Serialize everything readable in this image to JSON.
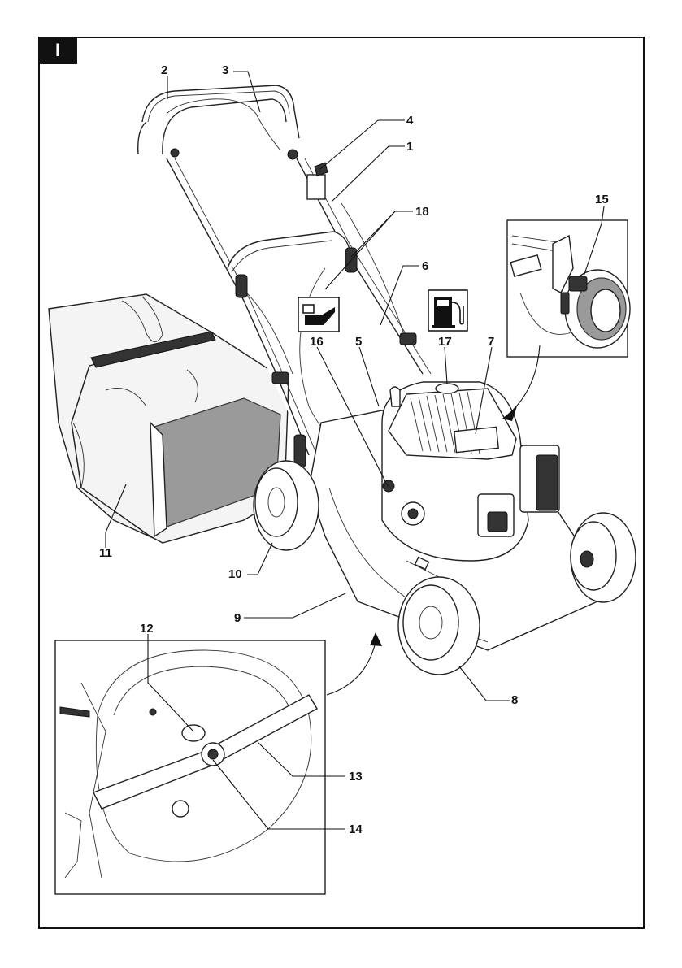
{
  "section": {
    "tab_label": "I"
  },
  "callouts": [
    {
      "id": "c1",
      "text": "1"
    },
    {
      "id": "c2",
      "text": "2"
    },
    {
      "id": "c3",
      "text": "3"
    },
    {
      "id": "c4",
      "text": "4"
    },
    {
      "id": "c5",
      "text": "5"
    },
    {
      "id": "c6",
      "text": "6"
    },
    {
      "id": "c7",
      "text": "7"
    },
    {
      "id": "c8",
      "text": "8"
    },
    {
      "id": "c9",
      "text": "9"
    },
    {
      "id": "c10",
      "text": "10"
    },
    {
      "id": "c11",
      "text": "11"
    },
    {
      "id": "c12",
      "text": "12"
    },
    {
      "id": "c13",
      "text": "13"
    },
    {
      "id": "c14",
      "text": "14"
    },
    {
      "id": "c15",
      "text": "15"
    },
    {
      "id": "c16",
      "text": "16"
    },
    {
      "id": "c17",
      "text": "17"
    },
    {
      "id": "c18",
      "text": "18"
    }
  ],
  "icons": {
    "oil": "oil-can-icon",
    "fuel": "fuel-pump-icon"
  }
}
